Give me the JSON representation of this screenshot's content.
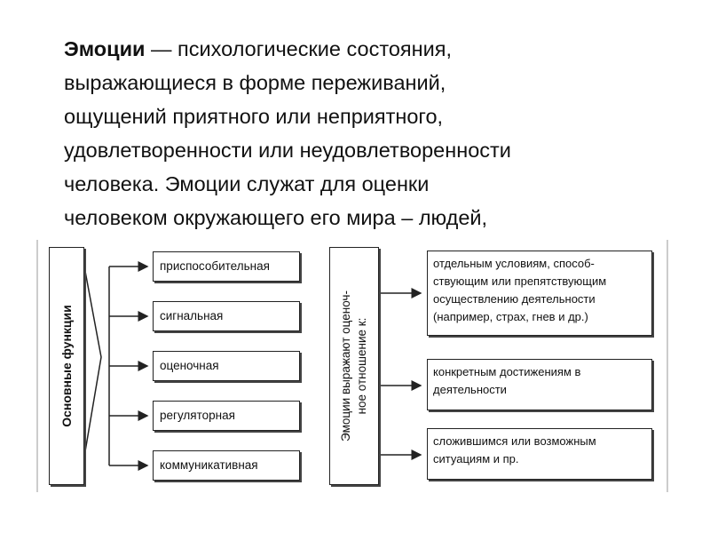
{
  "intro": {
    "term": "Эмоции",
    "lines": [
      " — психологические состояния,",
      "выражающиеся в форме переживаний,",
      "ощущений приятного или неприятного,",
      "удовлетворенности или неудовлетворенности",
      "человека. Эмоции служат для оценки",
      "человеком окружающего его мира – людей,"
    ]
  },
  "diagram": {
    "main_label": "Основные функции",
    "functions": [
      "приспособительная",
      "сигнальная",
      "оценочная",
      "регуляторная",
      "коммуникативная"
    ],
    "middle_label_line1": "Эмоции выражают оценоч-",
    "middle_label_line2": "ное отношение к:",
    "results": [
      [
        "отдельным условиям, способ-",
        "ствующим или препятствующим",
        "осуществлению деятельности",
        "(например, страх, гнев и др.)"
      ],
      [
        "конкретным достижениям в",
        "деятельности"
      ],
      [
        "сложившимся или возможным",
        "ситуациям и пр."
      ]
    ]
  }
}
